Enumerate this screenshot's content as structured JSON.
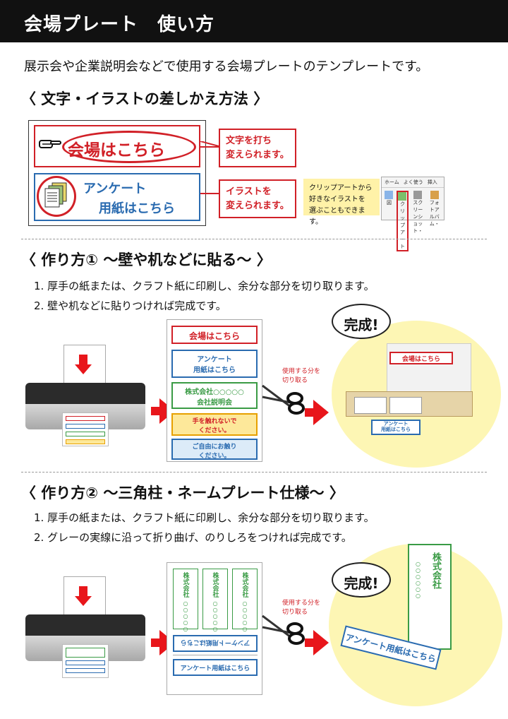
{
  "header": {
    "title": "会場プレート　使い方"
  },
  "intro": "展示会や企業説明会などで使用する会場プレートのテンプレートです。",
  "section1": {
    "heading": "〈 文字・イラストの差しかえ方法 〉",
    "plate_text_1": "会場はこちら",
    "plate_text_2a": "アンケート",
    "plate_text_2b": "用紙はこちら",
    "callout_text_1": "文字を打ち",
    "callout_text_2": "変えられます。",
    "callout_illust_1": "イラストを",
    "callout_illust_2": "変えられます。",
    "note_line_1": "クリップアートから",
    "note_line_2": "好きなイラストを",
    "note_line_3": "選ぶこともできます。",
    "ribbon_tabs": [
      "ホーム",
      "よく使う",
      "挿入"
    ],
    "ribbon_buttons": [
      "図",
      "クリップアート",
      "スクリーンショット・",
      "フォトアルバム・"
    ]
  },
  "section2": {
    "heading": "〈 作り方① ～壁や机などに貼る～ 〉",
    "steps": [
      "1. 厚手の紙または、クラフト紙に印刷し、余分な部分を切り取ります。",
      "2. 壁や机などに貼りつければ完成です。"
    ],
    "sheet_items": [
      "会場はこちら",
      "アンケート",
      "用紙はこちら",
      "株式会社○○○○○",
      "会社説明会",
      "手を触れないで",
      "ください。",
      "ご自由にお触り",
      "ください。"
    ],
    "cut_label_1": "使用する分を",
    "cut_label_2": "切り取る",
    "done": "完成!",
    "scene_plate_1": "会場はこちら",
    "scene_plate_2a": "アンケート",
    "scene_plate_2b": "用紙はこちら"
  },
  "section3": {
    "heading": "〈 作り方② ～三角柱・ネームプレート仕様～ 〉",
    "steps": [
      "1. 厚手の紙または、クラフト紙に印刷し、余分な部分を切り取ります。",
      "2. グレーの実線に沿って折り曲げ、のりしろをつければ完成です。"
    ],
    "sheet_company": "株式会社",
    "sheet_circles": "○○○○○",
    "sheet_upside": "アンケート用紙はこちら",
    "sheet_bottom": "アンケート用紙はこちら",
    "cut_label_1": "使用する分を",
    "cut_label_2": "切り取る",
    "done": "完成!",
    "prism_company": "株式会社",
    "prism_circles": "○○○○○○",
    "prism_front": "アンケート用紙はこちら"
  },
  "colors": {
    "accent_red": "#d12027",
    "accent_blue": "#2a6bb0",
    "arrow_red": "#e8161b",
    "highlight_yellow": "#fdf6b4"
  }
}
